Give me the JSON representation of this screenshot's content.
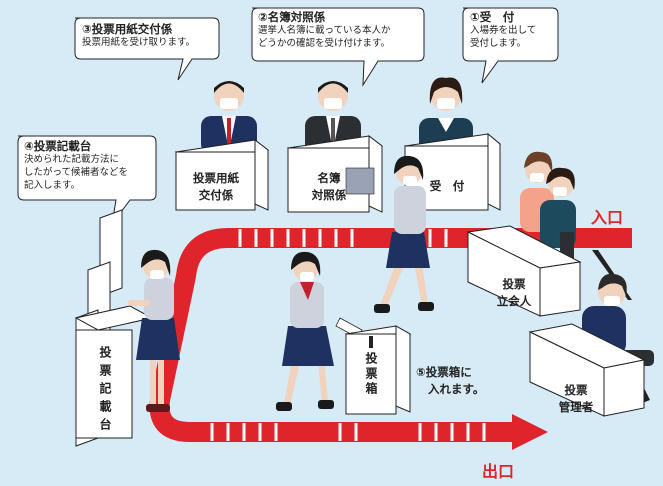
{
  "stations": {
    "s1": {
      "title": "①受　付",
      "body": [
        "入場券を出して",
        "受付します。"
      ]
    },
    "s2": {
      "title": "②名簿対照係",
      "body": [
        "選挙人名簿に載っている本人か",
        "どうかの確認を受け付けます。"
      ]
    },
    "s3": {
      "title": "③投票用紙交付係",
      "body": [
        "投票用紙を受け取ります。"
      ]
    },
    "s4": {
      "title": "④投票記載台",
      "body": [
        "決められた記載方法に",
        "したがって候補者などを",
        "記入します。"
      ]
    },
    "s5": {
      "lines": [
        "⑤投票箱に",
        "入れます。"
      ]
    }
  },
  "tables": {
    "ballot_issue": [
      "投票用紙",
      "交付係"
    ],
    "roll_check": [
      "名簿",
      "対照係"
    ],
    "reception": "受　付",
    "witness": [
      "投票",
      "立会人"
    ],
    "manager": [
      "投票",
      "管理者"
    ]
  },
  "writing_desk_label": "投票記載台",
  "ballot_box_label": "投票箱",
  "entrance": "入口",
  "exit": "出口",
  "colors": {
    "background": "#d6ebf6",
    "route": "#e0242b",
    "furniture": "#ffffff"
  }
}
